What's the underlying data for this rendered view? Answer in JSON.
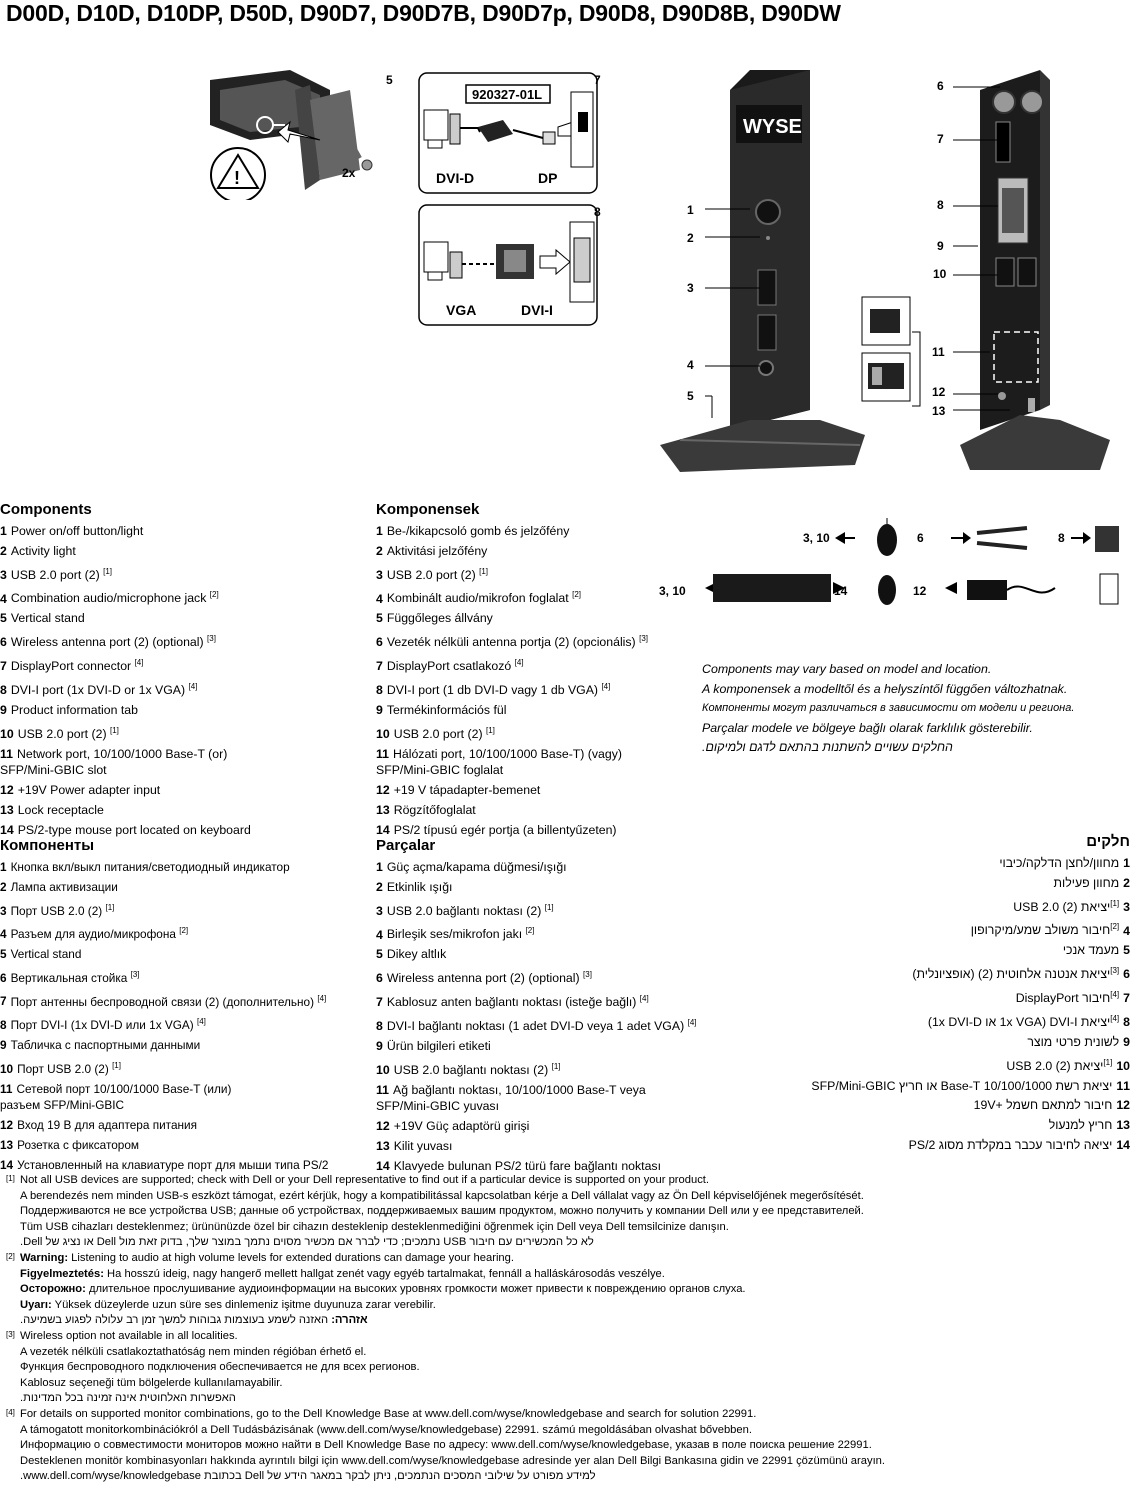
{
  "title": "D00D, D10D, D10DP, D50D, D90D7, D90D7B, D90D7p, D90D8, D90D8B, D90DW",
  "illustrations": {
    "part_number": "920327-01L",
    "screw_label": "2x",
    "dvi_d_label": "DVI-D",
    "dp_label": "DP",
    "vga_label": "VGA",
    "dvi_i_label": "DVI-I",
    "brand_logo": "WYSE",
    "callouts_top_left": [
      "5",
      "7",
      "8"
    ],
    "callouts_front": [
      "1",
      "2",
      "3",
      "4",
      "5"
    ],
    "callouts_back": [
      "6",
      "7",
      "8",
      "9",
      "10",
      "11",
      "12",
      "13"
    ],
    "accessory_callouts": [
      "3, 10",
      "6",
      "8",
      "3, 10",
      "14",
      "12"
    ]
  },
  "components_en": {
    "heading": "Components",
    "items": [
      {
        "n": "1",
        "t": "Power on/off button/light",
        "s": ""
      },
      {
        "n": "2",
        "t": "Activity light",
        "s": ""
      },
      {
        "n": "3",
        "t": "USB 2.0 port (2)",
        "s": "[1]"
      },
      {
        "n": "4",
        "t": "Combination audio/microphone jack",
        "s": "[2]"
      },
      {
        "n": "5",
        "t": "Vertical stand",
        "s": ""
      },
      {
        "n": "6",
        "t": "Wireless antenna port (2) (optional)",
        "s": "[3]"
      },
      {
        "n": "7",
        "t": "DisplayPort connector",
        "s": "[4]"
      },
      {
        "n": "8",
        "t": "DVI-I port (1x DVI-D or 1x VGA)",
        "s": "[4]"
      },
      {
        "n": "9",
        "t": "Product information tab",
        "s": ""
      },
      {
        "n": "10",
        "t": "USB 2.0 port (2)",
        "s": "[1]"
      },
      {
        "n": "11",
        "t": "Network port, 10/100/1000 Base-T (or)",
        "s": "",
        "t2": "SFP/Mini-GBIC slot"
      },
      {
        "n": "12",
        "t": "+19V Power adapter input",
        "s": ""
      },
      {
        "n": "13",
        "t": "Lock receptacle",
        "s": ""
      },
      {
        "n": "14",
        "t": "PS/2-type mouse port located on keyboard",
        "s": ""
      }
    ]
  },
  "components_hu": {
    "heading": "Komponensek",
    "items": [
      {
        "n": "1",
        "t": "Be-/kikapcsoló gomb és jelzőfény",
        "s": ""
      },
      {
        "n": "2",
        "t": "Aktivitási jelzőfény",
        "s": ""
      },
      {
        "n": "3",
        "t": "USB 2.0 port (2)",
        "s": "[1]"
      },
      {
        "n": "4",
        "t": "Kombinált audio/mikrofon foglalat",
        "s": "[2]"
      },
      {
        "n": "5",
        "t": "Függőleges állvány",
        "s": ""
      },
      {
        "n": "6",
        "t": "Vezeték nélküli antenna portja (2) (opcionális)",
        "s": "[3]"
      },
      {
        "n": "7",
        "t": "DisplayPort csatlakozó",
        "s": "[4]"
      },
      {
        "n": "8",
        "t": "DVI-I port (1 db DVI-D vagy 1 db VGA)",
        "s": "[4]"
      },
      {
        "n": "9",
        "t": "Termékinformációs fül",
        "s": ""
      },
      {
        "n": "10",
        "t": "USB 2.0 port (2)",
        "s": "[1]"
      },
      {
        "n": "11",
        "t": "Hálózati port, 10/100/1000 Base-T) (vagy)",
        "s": "",
        "t2": "SFP/Mini-GBIC foglalat"
      },
      {
        "n": "12",
        "t": "+19 V tápadapter-bemenet",
        "s": ""
      },
      {
        "n": "13",
        "t": "Rögzítőfoglalat",
        "s": ""
      },
      {
        "n": "14",
        "t": "PS/2 típusú egér portja (a billentyűzeten)",
        "s": ""
      }
    ]
  },
  "components_ru": {
    "heading": "Компоненты",
    "items": [
      {
        "n": "1",
        "t": "Кнопка вкл/выкл питания/светодиодный индикатор",
        "s": ""
      },
      {
        "n": "2",
        "t": "Лампа активизации",
        "s": ""
      },
      {
        "n": "3",
        "t": "Порт USB 2.0 (2)",
        "s": "[1]"
      },
      {
        "n": "4",
        "t": "Разъем для аудио/микрофона",
        "s": "[2]"
      },
      {
        "n": "5",
        "t": "Vertical stand",
        "s": ""
      },
      {
        "n": "6",
        "t": "Вертикальная стойка",
        "s": "[3]"
      },
      {
        "n": "7",
        "t": "Порт антенны беспроводной связи (2) (дополнительно)",
        "s": "[4]"
      },
      {
        "n": "8",
        "t": "Порт DVI-I (1x DVI-D или 1x VGA)",
        "s": "[4]"
      },
      {
        "n": "9",
        "t": "Табличка с паспортными данными",
        "s": ""
      },
      {
        "n": "10",
        "t": "Порт USB 2.0 (2)",
        "s": "[1]"
      },
      {
        "n": "11",
        "t": "Сетевой порт 10/100/1000 Base-T (или)",
        "s": "",
        "t2": "разъем SFP/Mini-GBIC"
      },
      {
        "n": "12",
        "t": "Вход 19 В для адаптера питания",
        "s": ""
      },
      {
        "n": "13",
        "t": "Розетка с фиксатором",
        "s": ""
      },
      {
        "n": "14",
        "t": "Установленный на клавиатуре порт для мыши типа PS/2",
        "s": ""
      }
    ]
  },
  "components_tr": {
    "heading": "Parçalar",
    "items": [
      {
        "n": "1",
        "t": "Güç açma/kapama düğmesi/ışığı",
        "s": ""
      },
      {
        "n": "2",
        "t": "Etkinlik ışığı",
        "s": ""
      },
      {
        "n": "3",
        "t": "USB 2.0 bağlantı noktası (2)",
        "s": "[1]"
      },
      {
        "n": "4",
        "t": "Birleşik ses/mikrofon jakı",
        "s": "[2]"
      },
      {
        "n": "5",
        "t": "Dikey altlık",
        "s": ""
      },
      {
        "n": "6",
        "t": "Wireless antenna port (2) (optional)",
        "s": "[3]"
      },
      {
        "n": "7",
        "t": "Kablosuz anten bağlantı noktası (isteğe bağlı)",
        "s": "[4]"
      },
      {
        "n": "8",
        "t": "DVI-I bağlantı noktası (1 adet DVI-D veya 1 adet VGA)",
        "s": "[4]"
      },
      {
        "n": "9",
        "t": "Ürün bilgileri etiketi",
        "s": ""
      },
      {
        "n": "10",
        "t": "USB 2.0 bağlantı noktası (2)",
        "s": "[1]"
      },
      {
        "n": "11",
        "t": "Ağ bağlantı noktası, 10/100/1000 Base-T veya",
        "s": "",
        "t2": "SFP/Mini-GBIC yuvası"
      },
      {
        "n": "12",
        "t": "+19V Güç adaptörü girişi",
        "s": ""
      },
      {
        "n": "13",
        "t": "Kilit yuvası",
        "s": ""
      },
      {
        "n": "14",
        "t": "Klavyede bulunan PS/2 türü fare bağlantı noktası",
        "s": ""
      }
    ]
  },
  "components_he": {
    "heading": "חלקים",
    "items": [
      {
        "n": "1",
        "t": "מחוון/לחצן הדלקה/כיבוי",
        "s": ""
      },
      {
        "n": "2",
        "t": "מחוון פעילות",
        "s": ""
      },
      {
        "n": "3",
        "t": "יציאת USB 2.0 (2)",
        "s": "[1]"
      },
      {
        "n": "4",
        "t": "חיבור משולב שמע/מיקרופון",
        "s": "[2]"
      },
      {
        "n": "5",
        "t": "מעמד אנכי",
        "s": ""
      },
      {
        "n": "6",
        "t": "יציאת אנטנה אלחוטית (2) (אופציונלית)",
        "s": "[3]"
      },
      {
        "n": "7",
        "t": "חיבור DisplayPort",
        "s": "[4]"
      },
      {
        "n": "8",
        "t": "יציאת DVI-I (1x VGA או 1x DVI-D)",
        "s": "[4]"
      },
      {
        "n": "9",
        "t": "לשונית פרטי מוצר",
        "s": ""
      },
      {
        "n": "10",
        "t": "יציאת USB 2.0 (2)",
        "s": "[1]"
      },
      {
        "n": "11",
        "t": "יציאת רשת 10/100/1000 Base-T או חריץ SFP/Mini-GBIC",
        "s": ""
      },
      {
        "n": "12",
        "t": "חיבור למתאם חשמל +19V",
        "s": ""
      },
      {
        "n": "13",
        "t": "חריץ למנעול",
        "s": ""
      },
      {
        "n": "14",
        "t": "יציאה לחיבור עכבר במקלדת מסוג PS/2",
        "s": ""
      }
    ]
  },
  "notes": [
    "Components may vary based on model and location.",
    "A komponensek a modelltől és a helyszíntől függően változhatnak.",
    "Компоненты могут различаться в зависимости от модели и региона.",
    "Parçalar modele ve bölgeye bağlı olarak farklılık gösterebilir.",
    "החלקים עשויים להשתנות בהתאם לדגם ולמיקום."
  ],
  "footnotes": [
    {
      "mark": "[1]",
      "lines": [
        {
          "label": "",
          "text": "Not all USB devices are supported; check with Dell or your Dell representative to find out if a particular device is supported on your product."
        },
        {
          "label": "",
          "text": "A berendezés nem minden USB-s eszközt támogat, ezért kérjük, hogy a kompatibilitással kapcsolatban kérje a Dell vállalat vagy az Ön Dell képviselőjének megerősítését."
        },
        {
          "label": "",
          "text": "Поддерживаются не все устройства USB; данные об устройствах, поддерживаемых вашим продуктом, можно получить у компании Dell или у ее представителей."
        },
        {
          "label": "",
          "text": "Tüm USB cihazları desteklenmez; ürününüzde özel bir cihazın desteklenip desteklenmediğini öğrenmek için Dell veya Dell temsilcinize danışın."
        },
        {
          "label": "",
          "text": "לא כל המכשירים עם חיבור USB נתמכים; כדי לברר אם מכשיר מסוים נתמך במוצר שלך, בדוק זאת מול Dell או נציג של Dell.",
          "rtl": true
        }
      ]
    },
    {
      "mark": "[2]",
      "lines": [
        {
          "label": "Warning:",
          "text": "Listening to audio at high volume levels for extended durations can damage your hearing."
        },
        {
          "label": "Figyelmeztetés:",
          "text": "Ha hosszú ideig, nagy hangerő mellett hallgat zenét vagy egyéb tartalmakat, fennáll a halláskárosodás veszélye."
        },
        {
          "label": "Осторожно:",
          "text": "длительное прослушивание аудиоинформации на высоких уровнях громкости может привести к повреждению органов слуха."
        },
        {
          "label": "Uyarı:",
          "text": "Yüksek düzeylerde uzun süre ses dinlemeniz işitme duyunuza zarar verebilir."
        },
        {
          "label": "אזהרה:",
          "text": "האזנה לשמע בעוצמות גבוהות למשך זמן רב עלולה לפגוע בשמיעה.",
          "rtl": true
        }
      ]
    },
    {
      "mark": "[3]",
      "lines": [
        {
          "label": "",
          "text": "Wireless option not available in all localities."
        },
        {
          "label": "",
          "text": "A vezeték nélküli csatlakoztathatóság nem minden régióban érhető el."
        },
        {
          "label": "",
          "text": "Функция беспроводного подключения обеспечивается не для всех регионов."
        },
        {
          "label": "",
          "text": "Kablosuz seçeneği tüm bölgelerde kullanılamayabilir."
        },
        {
          "label": "",
          "text": "האפשרות האלחוטית אינה זמינה בכל המדינות.",
          "rtl": true
        }
      ]
    },
    {
      "mark": "[4]",
      "lines": [
        {
          "label": "",
          "text": "For details on supported monitor combinations, go to the Dell Knowledge Base at www.dell.com/wyse/knowledgebase and search for solution 22991."
        },
        {
          "label": "",
          "text": "A támogatott monitorkombinációkról a Dell Tudásbázisának (www.dell.com/wyse/knowledgebase) 22991. számú megoldásában olvashat bővebben."
        },
        {
          "label": "",
          "text": "Информацию о совместимости мониторов можно найти в Dell Knowledge Base по адресу: www.dell.com/wyse/knowledgebase, указав в поле поиска решение 22991."
        },
        {
          "label": "",
          "text": "Desteklenen monitör kombinasyonları hakkında ayrıntılı bilgi için www.dell.com/wyse/knowledgebase adresinde yer alan Dell Bilgi Bankasına gidin ve 22991 çözümünü arayın."
        },
        {
          "label": "",
          "text": "למידע מפורט על שילובי המסכים הנתמכים, ניתן לבקר במאגר הידע של Dell בכתובת www.dell.com/wyse/knowledgebase.",
          "rtl": true
        }
      ]
    }
  ]
}
